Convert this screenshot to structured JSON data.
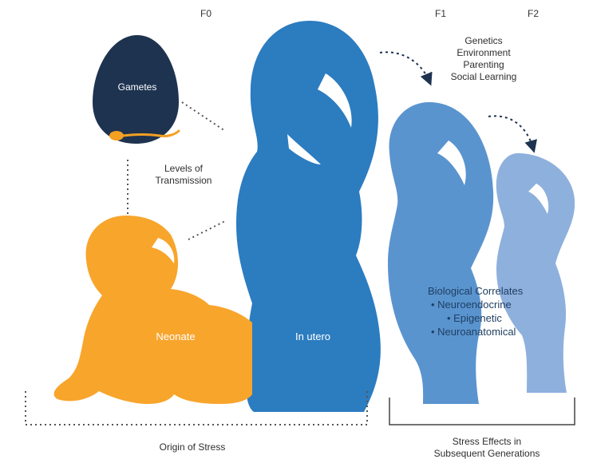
{
  "generations": {
    "f0": "F0",
    "f1": "F1",
    "f2": "F2"
  },
  "factors": [
    "Genetics",
    "Environment",
    "Parenting",
    "Social Learning"
  ],
  "gametes_label": "Gametes",
  "levels_label": [
    "Levels of",
    "Transmission"
  ],
  "neonate_label": "Neonate",
  "utero_label": "In utero",
  "correlates": {
    "title": "Biological Correlates",
    "items": [
      "• Neuroendocrine",
      "• Epigenetic",
      "• Neuroanatomical"
    ]
  },
  "origin_label": "Origin of Stress",
  "effects_label": [
    "Stress Effects in",
    "Subsequent Generations"
  ],
  "colors": {
    "gamete": "#1e3350",
    "neonate": "#f8a52c",
    "f0": "#2c7cc0",
    "f1": "#5a94cf",
    "f2": "#8eb0dd",
    "sperm": "#f3a023"
  }
}
